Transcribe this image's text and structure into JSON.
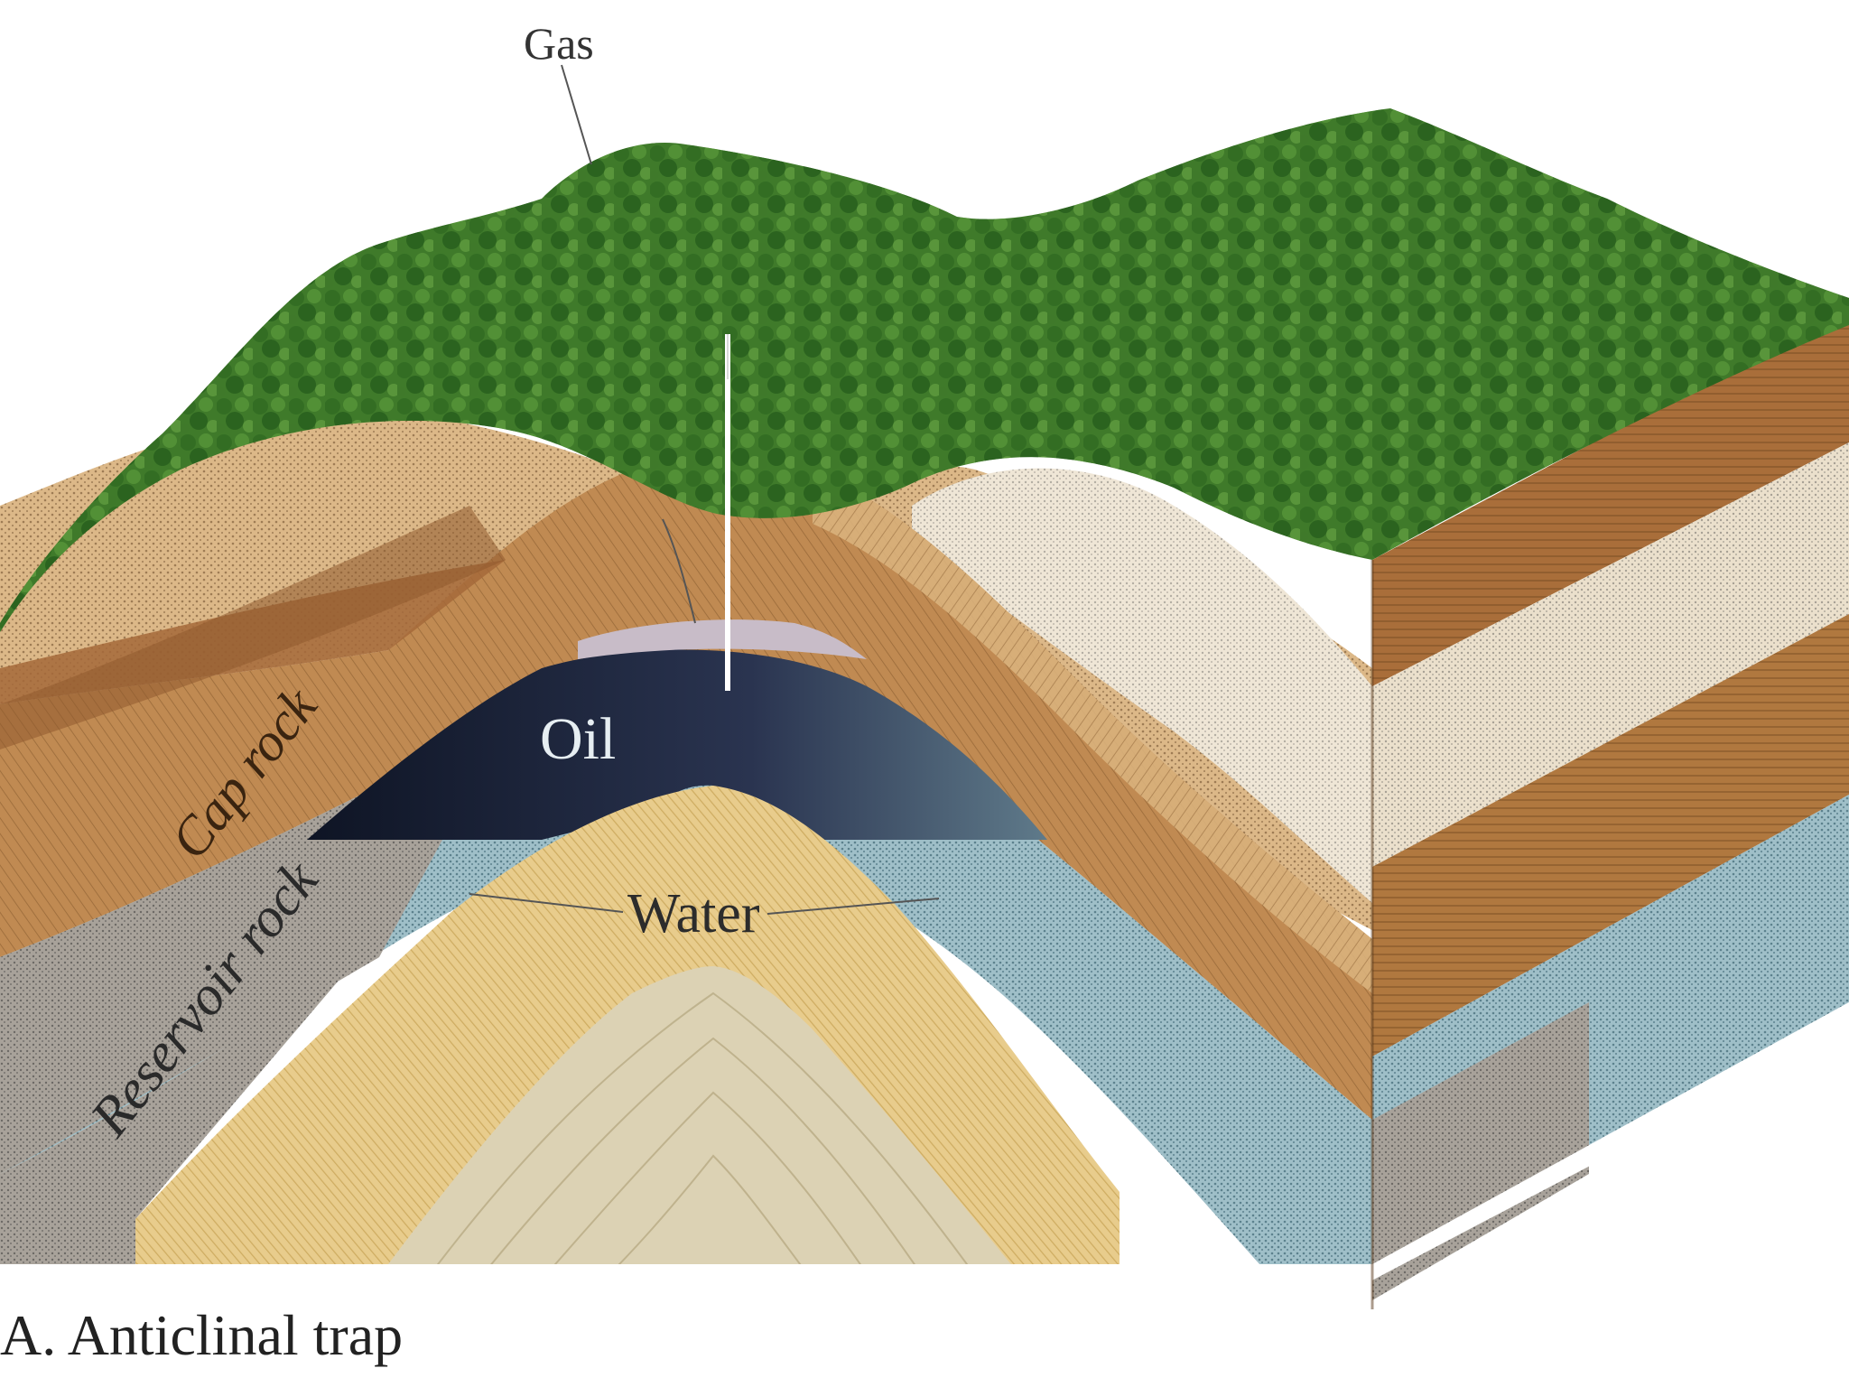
{
  "labels": {
    "gas": "Gas",
    "oil": "Oil",
    "water": "Water",
    "cap_rock": "Cap rock",
    "reservoir_rock": "Reservoir rock",
    "caption": "A. Anticlinal trap"
  },
  "colors": {
    "vegetation": "#3f7a2a",
    "vegetation_dark": "#245a1a",
    "tan_sand": "#dcb888",
    "brown_layer": "#b07a45",
    "light_sand": "#efe6d6",
    "reservoir_blue": "#9fbfc8",
    "reservoir_gray": "#a8a29a",
    "oil": "#1c2236",
    "gas": "#c8bcc8",
    "yellow_sand": "#e8cc8c",
    "core": "#dcd2b4"
  }
}
